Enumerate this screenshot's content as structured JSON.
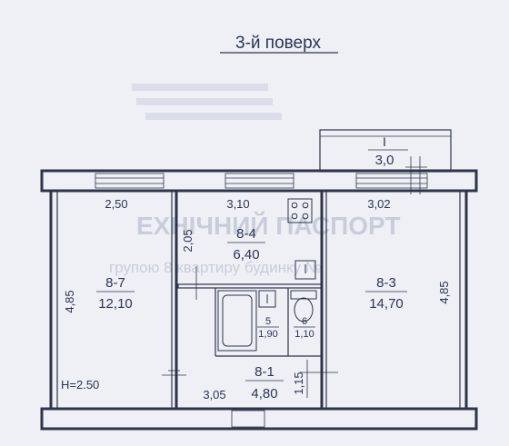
{
  "floor_title": "3-й поверх",
  "balcony": {
    "roman": "I",
    "area": "3,0"
  },
  "rooms": [
    {
      "code": "8-7",
      "area": "12,10"
    },
    {
      "code": "8-4",
      "area": "6,40"
    },
    {
      "code": "8-3",
      "area": "14,70"
    },
    {
      "code": "5",
      "area": "1,90"
    },
    {
      "code": "6",
      "area": "1,10"
    },
    {
      "code": "8-1",
      "area": "4,80"
    }
  ],
  "dimensions": {
    "left_width": "2,50",
    "mid_width": "3,10",
    "right_width": "3,02",
    "left_height": "4,85",
    "right_height": "4,85",
    "kitchen_depth": "2,05",
    "hall_width": "3,05",
    "hall_depth": "1,15"
  },
  "ceiling_height": "H=2.50",
  "background_text": {
    "line1": "ЕХНІЧНИЙ ПАСПОРТ",
    "line2": "групою 8 квартиру будинку №"
  },
  "colors": {
    "ink": "#2f3448",
    "paper": "#eef0f6"
  }
}
